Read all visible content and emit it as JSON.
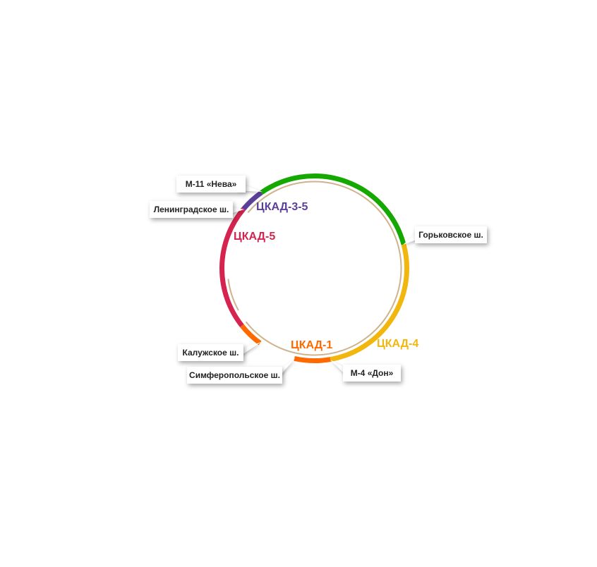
{
  "sections": [
    {
      "label": "ЦКАД-3-5",
      "color": "#5c3f99"
    },
    {
      "label": "ЦКАД-5",
      "color": "#d4244f"
    },
    {
      "label": "ЦКАД-1",
      "color": "#ff6a00"
    },
    {
      "label": "ЦКАД-4",
      "color": "#f2b70f"
    }
  ],
  "green_color": "#14a800",
  "ring_color": "#cdb48e",
  "highways": [
    {
      "label": "М-11 «Нева»"
    },
    {
      "label": "Ленинградское ш."
    },
    {
      "label": "Горьковское ш."
    },
    {
      "label": "Калужское ш."
    },
    {
      "label": "Симферопольское ш."
    },
    {
      "label": "М-4 «Дон»"
    }
  ]
}
